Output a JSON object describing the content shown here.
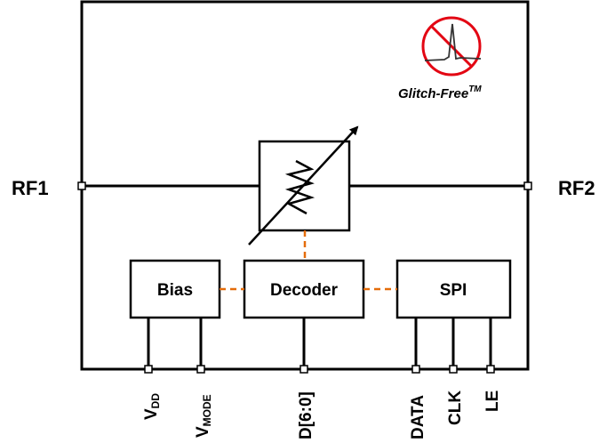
{
  "diagram": {
    "ports": {
      "rf1": "RF1",
      "rf2": "RF2"
    },
    "blocks": {
      "bias": "Bias",
      "decoder": "Decoder",
      "spi": "SPI"
    },
    "logo": {
      "text": "Glitch-Free",
      "trademark": "TM",
      "icon": "no-glitch-icon",
      "accent_color": "#e30613"
    },
    "pins": [
      {
        "id": "vdd",
        "main": "V",
        "sub": "DD"
      },
      {
        "id": "vmode",
        "main": "V",
        "sub": "MODE"
      },
      {
        "id": "d",
        "main": "D[6:0]",
        "sub": ""
      },
      {
        "id": "data",
        "main": "DATA",
        "sub": ""
      },
      {
        "id": "clk",
        "main": "CLK",
        "sub": ""
      },
      {
        "id": "le",
        "main": "LE",
        "sub": ""
      }
    ],
    "control_line_color": "#e46c0a"
  }
}
